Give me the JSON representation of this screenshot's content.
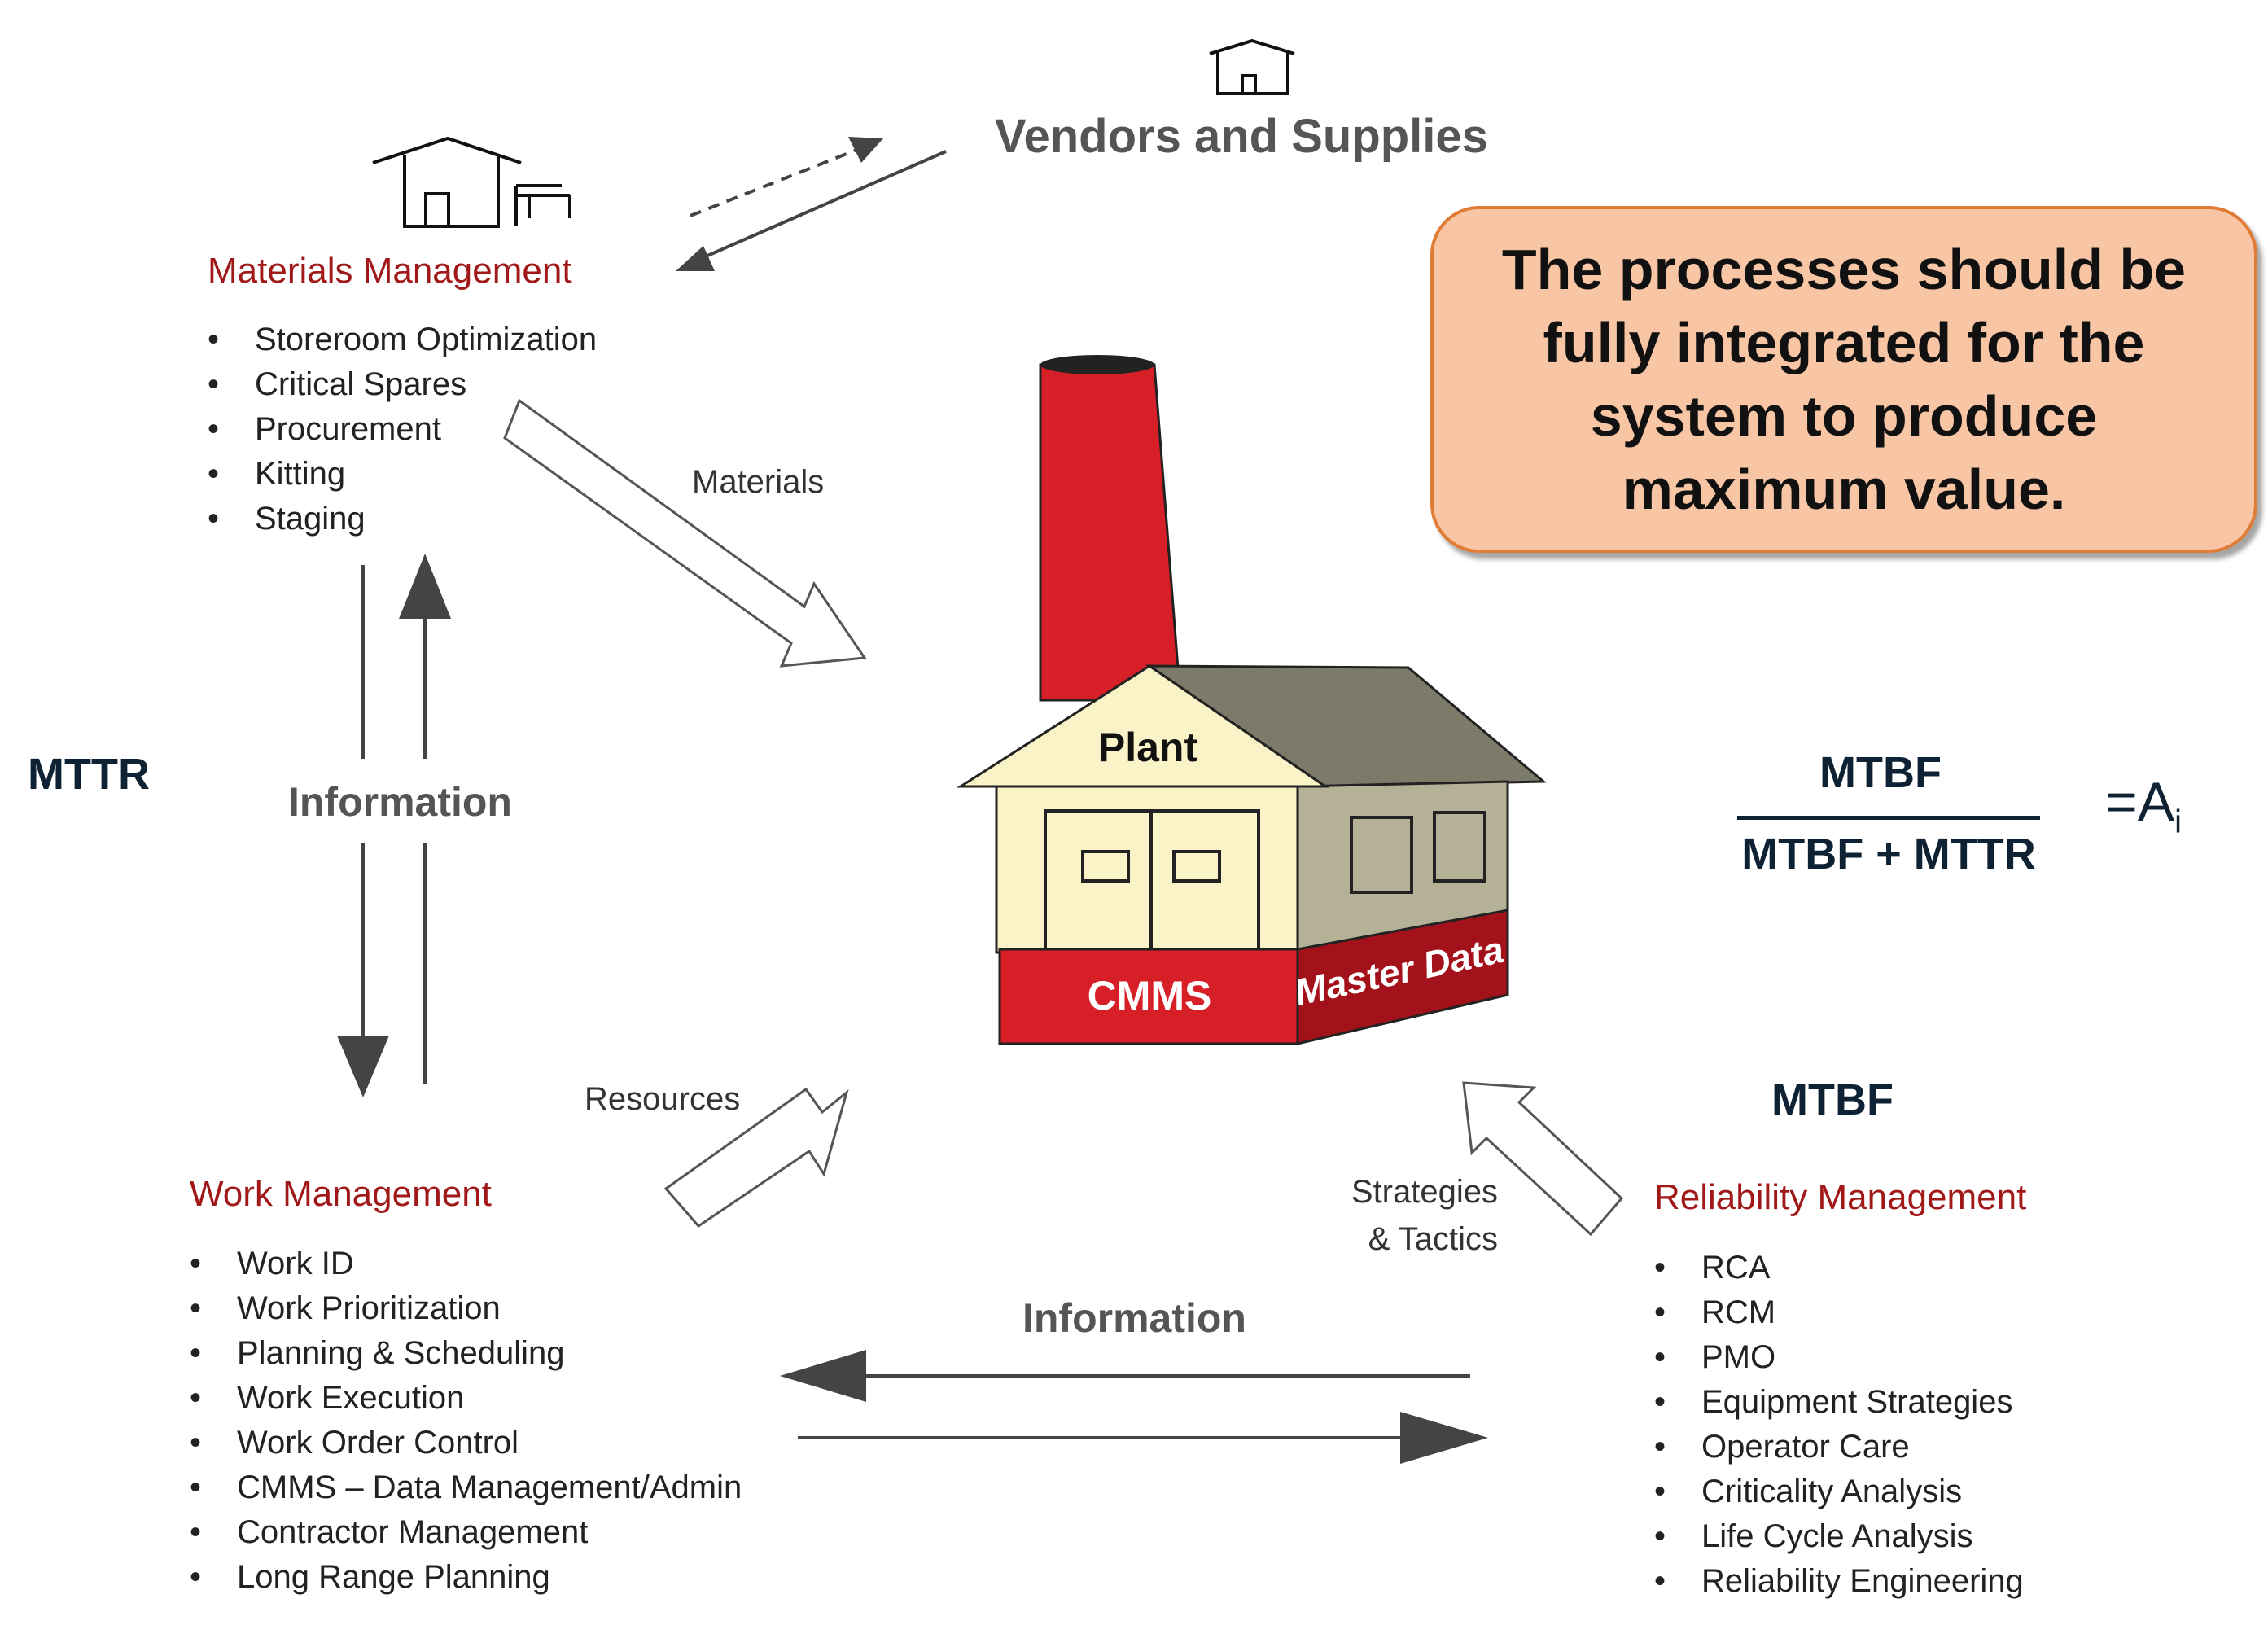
{
  "vendors": {
    "title": "Vendors and Supplies"
  },
  "materials_management": {
    "heading": "Materials Management",
    "items": [
      "Storeroom Optimization",
      "Critical Spares",
      "Procurement",
      "Kitting",
      "Staging"
    ]
  },
  "work_management": {
    "heading": "Work Management",
    "items": [
      "Work ID",
      "Work Prioritization",
      "Planning & Scheduling",
      "Work Execution",
      "Work Order Control",
      "CMMS – Data Management/Admin",
      "Contractor Management",
      "Long Range Planning"
    ]
  },
  "reliability_management": {
    "heading": "Reliability Management",
    "items": [
      "RCA",
      "RCM",
      "PMO",
      "Equipment Strategies",
      "Operator Care",
      "Criticality Analysis",
      "Life Cycle Analysis",
      "Reliability Engineering"
    ]
  },
  "flow_labels": {
    "materials": "Materials",
    "resources": "Resources",
    "strategies_line1": "Strategies",
    "strategies_line2": "& Tactics",
    "information_vertical": "Information",
    "information_horizontal": "Information"
  },
  "plant": {
    "roof_label": "Plant",
    "base_label": "CMMS",
    "side_label": "Master Data"
  },
  "metrics": {
    "mttr": "MTTR",
    "mtbf": "MTBF"
  },
  "formula": {
    "numerator": "MTBF",
    "denominator": "MTBF + MTTR",
    "result": "=A",
    "result_subscript": "i"
  },
  "callout": {
    "text": "The processes should be fully integrated for the system to produce maximum value."
  },
  "colors": {
    "heading_red": "#a01818",
    "chimney_red": "#d61f26",
    "cmms_red": "#d61f26",
    "master_data_red": "#a3121a",
    "house_front": "#fbf3c8",
    "house_side": "#b5b196",
    "roof_side": "#7c7a69",
    "callout_fill": "#f8c6a5",
    "callout_border": "#e07c34",
    "navy": "#0e2233",
    "arrow_gray": "#444444"
  }
}
